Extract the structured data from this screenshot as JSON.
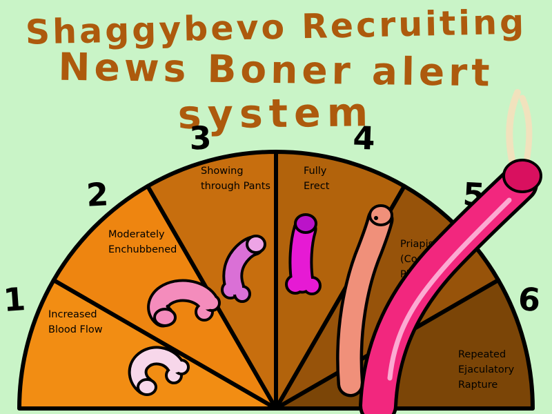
{
  "background_color": "#c9f4c7",
  "title": {
    "color": "#ad5a0d",
    "line1": "Shaggybevo Recruiting",
    "line2": "News Boner alert",
    "line3": "system"
  },
  "gauge": {
    "outline_color": "#000000",
    "splash_color": "#f1e2bd"
  },
  "segments": [
    {
      "number": "1",
      "label_lines": [
        "Increased",
        "Blood Flow"
      ],
      "wedge_color": "#f28d13",
      "drawing_color": "#f7d7ea",
      "head_color": "#f7d7ea"
    },
    {
      "number": "2",
      "label_lines": [
        "Moderately",
        "Enchubbened"
      ],
      "wedge_color": "#ee8510",
      "drawing_color": "#f48cbc",
      "head_color": "#f48cbc"
    },
    {
      "number": "3",
      "label_lines": [
        "Showing",
        "through Pants"
      ],
      "wedge_color": "#c76e0e",
      "drawing_color": "#da70d6",
      "head_color": "#eda4e6"
    },
    {
      "number": "4",
      "label_lines": [
        "Fully",
        "Erect"
      ],
      "wedge_color": "#b2630c",
      "drawing_color": "#e61ad4",
      "head_color": "#bb13c9"
    },
    {
      "number": "5",
      "label_lines": [
        "Priapism",
        "(Consult",
        "Physician)"
      ],
      "wedge_color": "#97530a",
      "drawing_color": "#f0907a",
      "head_color": "#f0907a"
    },
    {
      "number": "6",
      "label_lines": [
        "Repeated",
        "Ejaculatory",
        "Rapture"
      ],
      "wedge_color": "#7b4507",
      "drawing_color": "#f2277e",
      "head_color": "#d9105f",
      "vein_color": "#fcaad2"
    }
  ]
}
